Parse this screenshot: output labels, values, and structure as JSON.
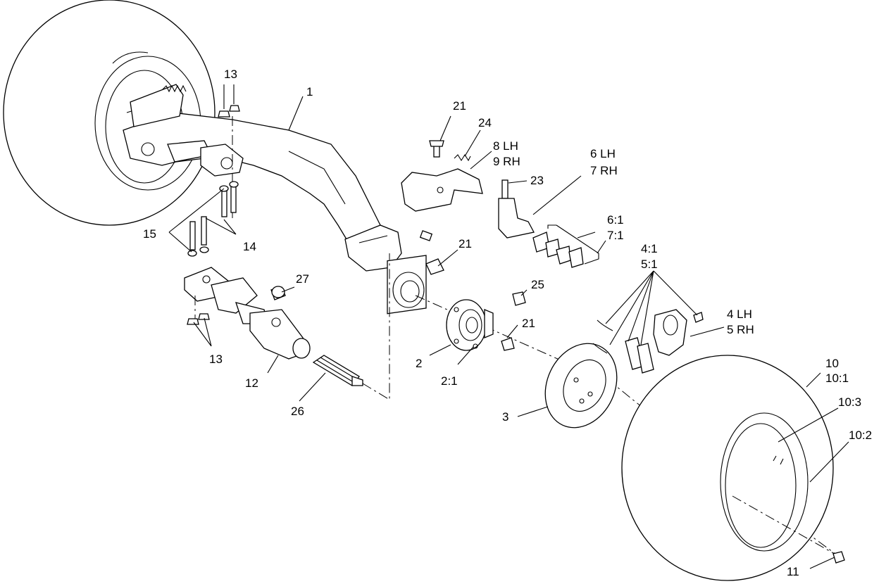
{
  "labels": {
    "l1": "1",
    "l2": "2",
    "l2_1": "2:1",
    "l3": "3",
    "l4": "4 LH",
    "l5": "5 RH",
    "l4_1": "4:1",
    "l5_1": "5:1",
    "l6": "6 LH",
    "l7": "7 RH",
    "l6_1": "6:1",
    "l7_1": "7:1",
    "l8": "8 LH",
    "l9": "9 RH",
    "l10": "10",
    "l10_1": "10:1",
    "l10_2": "10:2",
    "l10_3": "10:3",
    "l11": "11",
    "l12": "12",
    "l13a": "13",
    "l13b": "13",
    "l14": "14",
    "l15": "15",
    "l21a": "21",
    "l21b": "21",
    "l21c": "21",
    "l23": "23",
    "l24": "24",
    "l25": "25",
    "l26": "26",
    "l27": "27"
  }
}
